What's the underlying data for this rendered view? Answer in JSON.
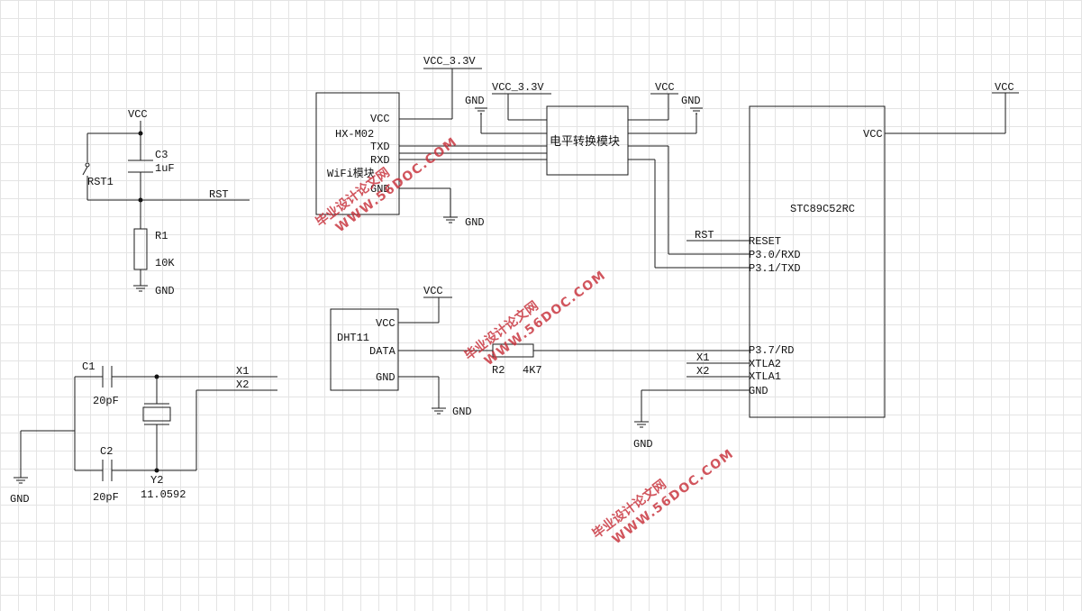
{
  "power": {
    "vcc": "VCC",
    "gnd": "GND",
    "vcc33": "VCC_3.3V"
  },
  "reset_circuit": {
    "switch": "RST1",
    "cap_ref": "C3",
    "cap_value": "1uF",
    "res_ref": "R1",
    "res_value": "10K",
    "net": "RST"
  },
  "crystal_circuit": {
    "c1_ref": "C1",
    "c1_value": "20pF",
    "c2_ref": "C2",
    "c2_value": "20pF",
    "xtal_ref": "Y2",
    "xtal_value": "11.0592",
    "net_x1": "X1",
    "net_x2": "X2"
  },
  "wifi": {
    "name_line1": "HX-M02",
    "name_line2": "WiFi模块",
    "pins": [
      "VCC",
      "TXD",
      "RXD",
      "GND"
    ]
  },
  "level_shifter": {
    "name": "电平转换模块"
  },
  "dht11": {
    "name": "DHT11",
    "pins": [
      "VCC",
      "DATA",
      "GND"
    ],
    "res_ref": "R2",
    "res_value": "4K7"
  },
  "mcu": {
    "name": "STC89C52RC",
    "vcc_pin": "VCC",
    "pins": [
      "RESET",
      "P3.0/RXD",
      "P3.1/TXD",
      "P3.7/RD",
      "XTLA2",
      "XTLA1",
      "GND"
    ],
    "net_rst": "RST",
    "net_x1": "X1",
    "net_x2": "X2"
  },
  "watermark": {
    "line1": "毕业设计论文网",
    "line2": "WWW.56DOC.COM"
  },
  "colors": {
    "wire": "#1a1a1a",
    "grid": "#e4e4e4",
    "watermark": "#c8303a"
  }
}
